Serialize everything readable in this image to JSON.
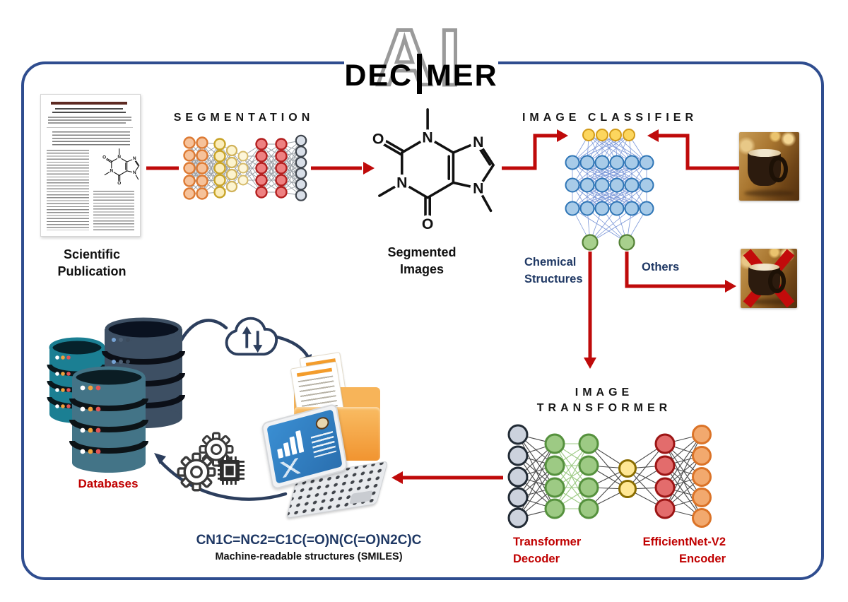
{
  "colors": {
    "border_blue": "#2f4d8f",
    "arrow_red": "#bf0a0a",
    "curve_navy": "#2c3e5d",
    "text_navy": "#1f3864",
    "text_red": "#c00000",
    "text_black": "#111111"
  },
  "logo": {
    "back": "AI",
    "front_left": "DEC",
    "front_mid": "I",
    "front_right": "MER"
  },
  "publication": {
    "line1": "Scientific",
    "line2": "Publication"
  },
  "segmentation": {
    "title": "SEGMENTATION"
  },
  "segmented": {
    "line1": "Segmented",
    "line2": "Images"
  },
  "classifier": {
    "title": "IMAGE CLASSIFIER",
    "left_branch_line1": "Chemical",
    "left_branch_line2": "Structures",
    "right_branch": "Others"
  },
  "transformer": {
    "title_line1": "IMAGE",
    "title_line2": "TRANSFORMER",
    "decoder_line1": "Transformer",
    "decoder_line2": "Decoder",
    "encoder_line1": "EfficientNet-V2",
    "encoder_line2": "Encoder"
  },
  "databases": {
    "label": "Databases"
  },
  "output": {
    "smiles": "CN1C=NC2=C1C(=O)N(C(=O)N2C)C",
    "caption": "Machine-readable structures (SMILES)"
  },
  "molecule": {
    "nitrogen": "N",
    "oxygen": "O"
  },
  "icons": [
    "cloud-sync-icon",
    "gear-icon",
    "chip-icon",
    "database-icon",
    "x-mark-icon"
  ],
  "networks": {
    "segmentation": {
      "link_color": "#9aa0a6",
      "link_width": 0.9,
      "layers": [
        {
          "pts": [
            [
              12,
              12
            ],
            [
              12,
              30
            ],
            [
              12,
              48
            ],
            [
              12,
              66
            ],
            [
              12,
              84
            ]
          ],
          "r": 7.5,
          "fill": "#f6c29a",
          "stroke": "#dd7a33",
          "sw": 2.4
        },
        {
          "pts": [
            [
              30,
              12
            ],
            [
              30,
              30
            ],
            [
              30,
              48
            ],
            [
              30,
              66
            ],
            [
              30,
              84
            ]
          ],
          "r": 7.5,
          "fill": "#f6c29a",
          "stroke": "#dd7a33",
          "sw": 2.4
        },
        {
          "pts": [
            [
              55,
              14
            ],
            [
              55,
              31
            ],
            [
              55,
              48
            ],
            [
              55,
              65
            ],
            [
              55,
              82
            ]
          ],
          "r": 7.5,
          "fill": "#fbedbb",
          "stroke": "#c8a327",
          "sw": 2.4
        },
        {
          "pts": [
            [
              72,
              23
            ],
            [
              72,
              40
            ],
            [
              72,
              57
            ],
            [
              72,
              74
            ]
          ],
          "r": 7,
          "fill": "#fdf4cf",
          "stroke": "#d0b25a",
          "sw": 2.2
        },
        {
          "pts": [
            [
              88,
              31
            ],
            [
              88,
              48
            ],
            [
              88,
              65
            ]
          ],
          "r": 6.5,
          "fill": "#fdf6da",
          "stroke": "#d6bb6a",
          "sw": 2
        },
        {
          "pts": [
            [
              114,
              14
            ],
            [
              114,
              31
            ],
            [
              114,
              48
            ],
            [
              114,
              65
            ],
            [
              114,
              82
            ]
          ],
          "r": 7.5,
          "fill": "#ee8181",
          "stroke": "#b42020",
          "sw": 2.4
        },
        {
          "pts": [
            [
              142,
              14
            ],
            [
              142,
              31
            ],
            [
              142,
              48
            ],
            [
              142,
              65
            ],
            [
              142,
              82
            ]
          ],
          "r": 7.5,
          "fill": "#ee8181",
          "stroke": "#b42020",
          "sw": 2.4
        },
        {
          "pts": [
            [
              170,
              9
            ],
            [
              170,
              24.5
            ],
            [
              170,
              40
            ],
            [
              170,
              55.5
            ],
            [
              170,
              71
            ],
            [
              170,
              86.5
            ]
          ],
          "r": 7.2,
          "fill": "#d9dfe8",
          "stroke": "#3f454d",
          "sw": 2.2
        }
      ]
    },
    "classifier": {
      "link_color": "#7b97d8",
      "link_width": 0.8,
      "layers": [
        {
          "pts": [
            [
              38,
              13
            ],
            [
              57,
              13
            ],
            [
              76,
              13
            ],
            [
              95,
              13
            ]
          ],
          "r": 8,
          "fill": "#fcd65e",
          "stroke": "#d29b1a",
          "sw": 2
        },
        {
          "pts": [
            [
              15,
              52
            ],
            [
              36,
              52
            ],
            [
              57,
              52
            ],
            [
              78,
              52
            ],
            [
              99,
              52
            ],
            [
              120,
              52
            ]
          ],
          "r": 9.5,
          "fill": "#a8cbe8",
          "stroke": "#2e75b6",
          "sw": 2
        },
        {
          "pts": [
            [
              15,
              84
            ],
            [
              36,
              84
            ],
            [
              57,
              84
            ],
            [
              78,
              84
            ],
            [
              99,
              84
            ],
            [
              120,
              84
            ]
          ],
          "r": 9.5,
          "fill": "#a8cbe8",
          "stroke": "#2e75b6",
          "sw": 2
        },
        {
          "pts": [
            [
              15,
              117
            ],
            [
              36,
              117
            ],
            [
              57,
              117
            ],
            [
              78,
              117
            ],
            [
              99,
              117
            ],
            [
              120,
              117
            ]
          ],
          "r": 9.5,
          "fill": "#a8cbe8",
          "stroke": "#2e75b6",
          "sw": 2
        },
        {
          "pts": [
            [
              40,
              165
            ],
            [
              92,
              165
            ]
          ],
          "r": 10.5,
          "fill": "#a8d08d",
          "stroke": "#538135",
          "sw": 2.2
        }
      ]
    },
    "transformer": {
      "link_color": "#4a4a4a",
      "link_width": 1.1,
      "layers": [
        {
          "pts": [
            [
              18,
              17
            ],
            [
              18,
              47
            ],
            [
              18,
              77
            ],
            [
              18,
              106
            ],
            [
              18,
              135
            ]
          ],
          "r": 13,
          "fill": "#ccd2dd",
          "stroke": "#222b35",
          "sw": 3
        },
        {
          "pts": [
            [
              70,
              30
            ],
            [
              70,
              61
            ],
            [
              70,
              92
            ],
            [
              70,
              122
            ]
          ],
          "r": 13,
          "fill": "#9dca84",
          "stroke": "#55913d",
          "sw": 3,
          "link_to_next": "#9dca84"
        },
        {
          "pts": [
            [
              118,
              30
            ],
            [
              118,
              61
            ],
            [
              118,
              92
            ],
            [
              118,
              122
            ]
          ],
          "r": 13,
          "fill": "#9dca84",
          "stroke": "#55913d",
          "sw": 3
        },
        {
          "pts": [
            [
              173,
              65
            ],
            [
              173,
              94
            ]
          ],
          "r": 11.5,
          "fill": "#ffe795",
          "stroke": "#8a6d00",
          "sw": 3
        },
        {
          "pts": [
            [
              226,
              30
            ],
            [
              226,
              61
            ],
            [
              226,
              92
            ],
            [
              226,
              122
            ]
          ],
          "r": 13,
          "fill": "#e36c6c",
          "stroke": "#9c1515",
          "sw": 3
        },
        {
          "pts": [
            [
              278,
              17
            ],
            [
              278,
              47
            ],
            [
              278,
              77
            ],
            [
              278,
              106
            ],
            [
              278,
              135
            ]
          ],
          "r": 12.5,
          "fill": "#f2a96e",
          "stroke": "#db7327",
          "sw": 3
        }
      ]
    }
  }
}
